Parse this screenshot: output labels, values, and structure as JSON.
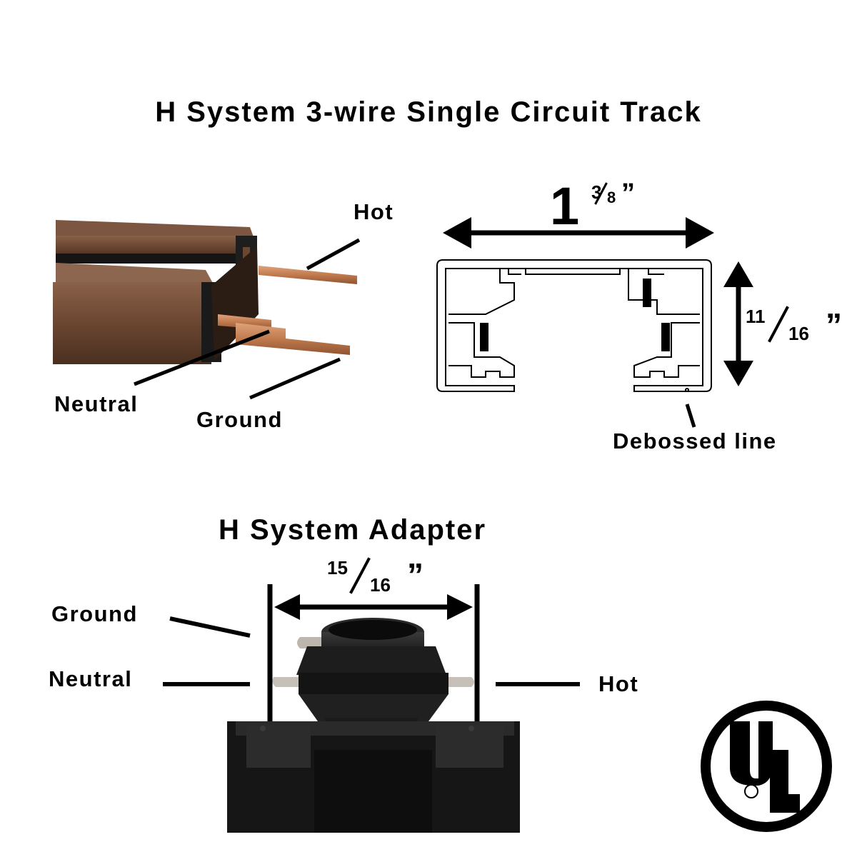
{
  "track": {
    "title": "H System 3-wire Single Circuit Track",
    "labels": {
      "hot": "Hot",
      "neutral": "Neutral",
      "ground": "Ground",
      "debossed": "Debossed line"
    },
    "width_dim": {
      "whole": "1",
      "num": "3",
      "den": "8",
      "mark": "”"
    },
    "height_dim": {
      "num": "11",
      "den": "16",
      "mark": "”"
    }
  },
  "adapter": {
    "title": "H System Adapter",
    "labels": {
      "ground": "Ground",
      "neutral": "Neutral",
      "hot": "Hot"
    },
    "width_dim": {
      "num": "15",
      "den": "16",
      "mark": "”"
    }
  },
  "logo": {
    "text": "UL",
    "registered": "®"
  },
  "colors": {
    "copper": "#c07a4e",
    "track_bronze": "#6e4a34",
    "adapter_black": "#151515"
  }
}
